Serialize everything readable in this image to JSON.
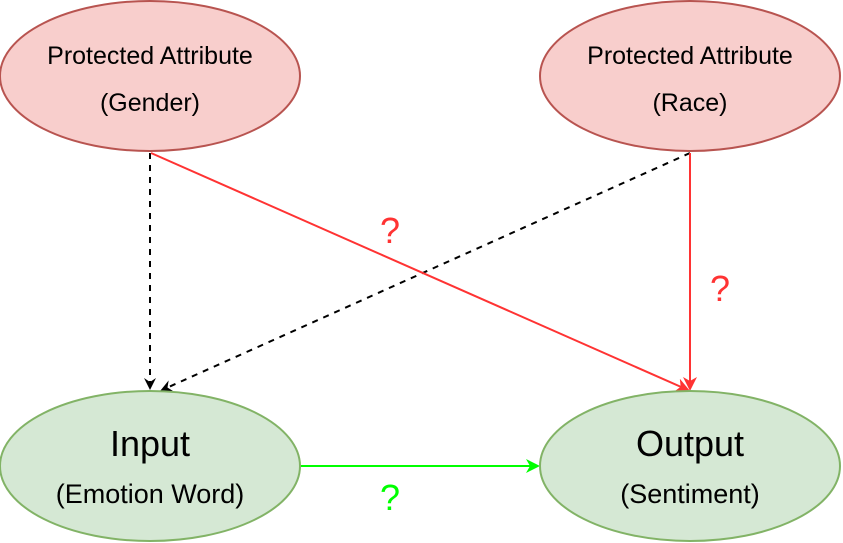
{
  "nodes": {
    "gender": {
      "line1": "Protected Attribute",
      "line2": "(Gender)"
    },
    "race": {
      "line1": "Protected Attribute",
      "line2": "(Race)"
    },
    "input": {
      "line1": "Input",
      "line2": "(Emotion Word)"
    },
    "output": {
      "line1": "Output",
      "line2": "(Sentiment)"
    }
  },
  "edge_labels": {
    "gender_to_output": "?",
    "race_to_output": "?",
    "input_to_output": "?"
  },
  "colors": {
    "protected_fill": "#f8cecc",
    "protected_stroke": "#b85450",
    "io_fill": "#d5e8d4",
    "io_stroke": "#82b366",
    "red_edge": "#ff3333",
    "green_edge": "#00ff00",
    "dashed_edge": "#000000"
  }
}
